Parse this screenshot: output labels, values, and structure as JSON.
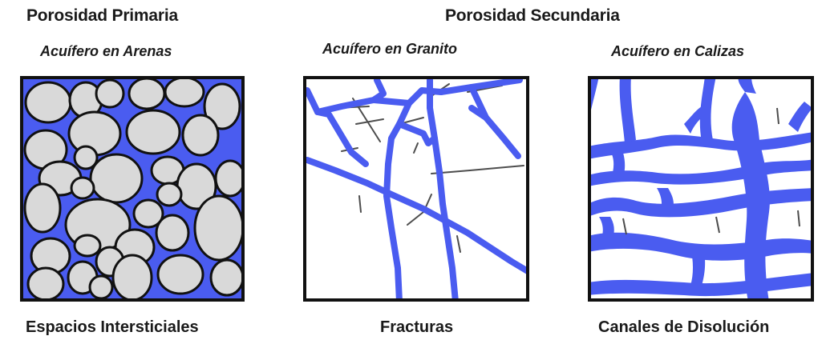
{
  "headings": {
    "primary": "Porosidad Primaria",
    "secondary": "Porosidad Secundaria"
  },
  "panels": [
    {
      "subtitle": "Acuífero en Arenas",
      "caption": "Espacios Intersticiales"
    },
    {
      "subtitle": "Acuífero en Granito",
      "caption": "Fracturas"
    },
    {
      "subtitle": "Acuífero en Calizas",
      "caption": "Canales de Disolución"
    }
  ],
  "colors": {
    "water": "#4a5cf0",
    "grain": "#d9d9d9",
    "outline": "#111111",
    "background": "#ffffff"
  }
}
